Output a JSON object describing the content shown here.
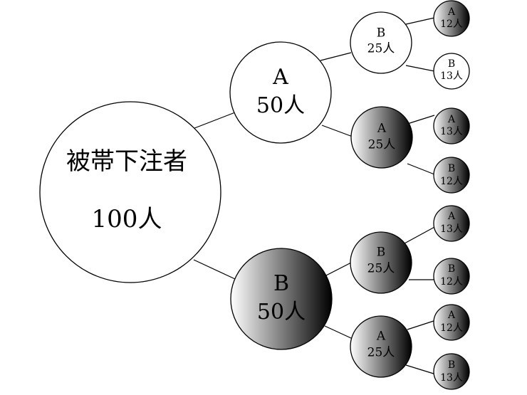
{
  "diagram": {
    "root": {
      "line1": "被帯下注者",
      "line2": "100人",
      "fill": "white"
    },
    "level1": {
      "a": {
        "line1": "A",
        "line2": "50人",
        "fill": "white"
      },
      "b": {
        "line1": "B",
        "line2": "50人",
        "fill": "gradient"
      }
    },
    "level2": {
      "aa": {
        "line1": "B",
        "line2": "25人",
        "fill": "white"
      },
      "ab": {
        "line1": "A",
        "line2": "25人",
        "fill": "gradient"
      },
      "ba": {
        "line1": "B",
        "line2": "25人",
        "fill": "gradient"
      },
      "bb": {
        "line1": "A",
        "line2": "25人",
        "fill": "gradient"
      }
    },
    "level3": {
      "aaa": {
        "line1": "A",
        "line2": "12人",
        "fill": "gradient"
      },
      "aab": {
        "line1": "B",
        "line2": "13人",
        "fill": "white"
      },
      "aba": {
        "line1": "A",
        "line2": "13人",
        "fill": "gradient"
      },
      "abb": {
        "line1": "B",
        "line2": "12人",
        "fill": "gradient"
      },
      "baa": {
        "line1": "A",
        "line2": "13人",
        "fill": "gradient"
      },
      "bab": {
        "line1": "B",
        "line2": "12人",
        "fill": "gradient"
      },
      "bba": {
        "line1": "A",
        "line2": "12人",
        "fill": "gradient"
      },
      "bbb": {
        "line1": "B",
        "line2": "13人",
        "fill": "gradient"
      }
    },
    "colors": {
      "gradient_light": "#ffffff",
      "gradient_dark": "#000000",
      "stroke": "#000000",
      "background": "#ffffff"
    }
  }
}
